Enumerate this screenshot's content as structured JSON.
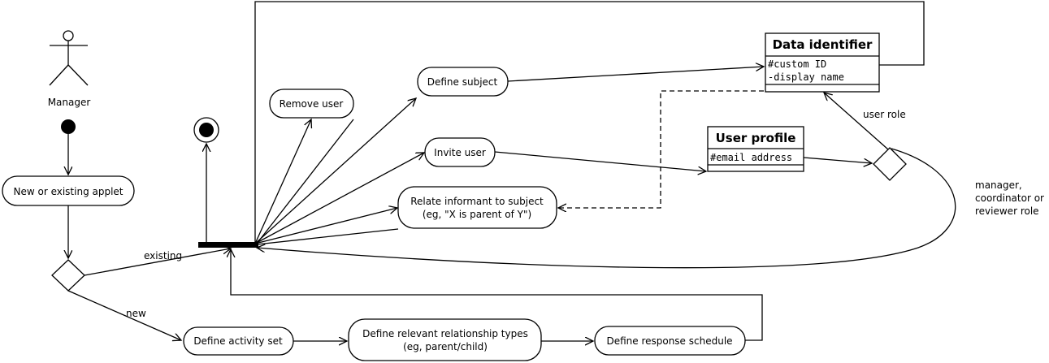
{
  "actor": {
    "label": "Manager"
  },
  "actions": {
    "new_or_existing": "New or existing applet",
    "remove_user": "Remove user",
    "define_subject": "Define subject",
    "invite_user": "Invite user",
    "relate_informant_line1": "Relate informant to subject",
    "relate_informant_line2": "(eg, \"X is parent of Y\")",
    "define_activity_set": "Define activity set",
    "define_relationship_line1": "Define relevant relationship types",
    "define_relationship_line2": "(eg, parent/child)",
    "define_response_schedule": "Define response schedule"
  },
  "classes": {
    "data_identifier": {
      "title": "Data identifier",
      "attributes": [
        "#custom ID",
        "-display name"
      ]
    },
    "user_profile": {
      "title": "User profile",
      "attributes": [
        "#email address"
      ]
    }
  },
  "edge_labels": {
    "existing": "existing",
    "new": "new",
    "user_role": "user role",
    "role_types_line1": "manager,",
    "role_types_line2": "coordinator or",
    "role_types_line3": "reviewer role"
  }
}
